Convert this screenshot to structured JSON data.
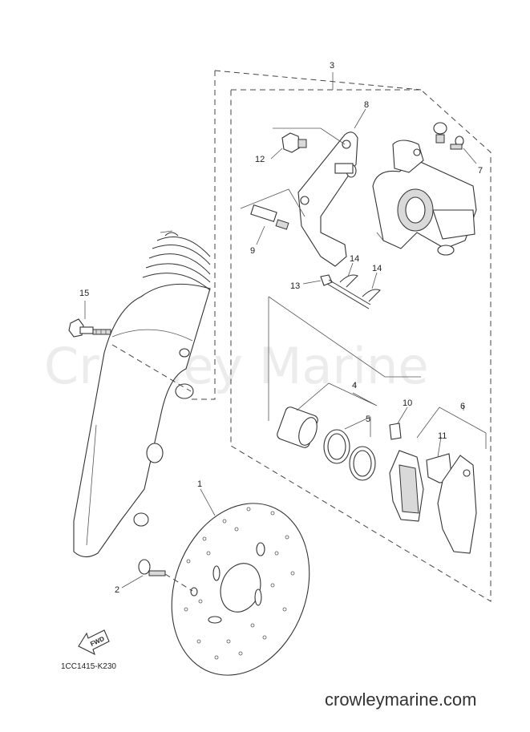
{
  "watermark": "Crowley Marine",
  "website": "crowleymarine.com",
  "diagram_code": "1CC1415-K230",
  "direction_arrow": "FWD",
  "parts": {
    "p1": "1",
    "p2": "2",
    "p3": "3",
    "p4": "4",
    "p5": "5",
    "p6": "6",
    "p7": "7",
    "p8": "8",
    "p9": "9",
    "p10": "10",
    "p11": "11",
    "p12": "12",
    "p13": "13",
    "p14a": "14",
    "p14b": "14",
    "p15": "15"
  }
}
